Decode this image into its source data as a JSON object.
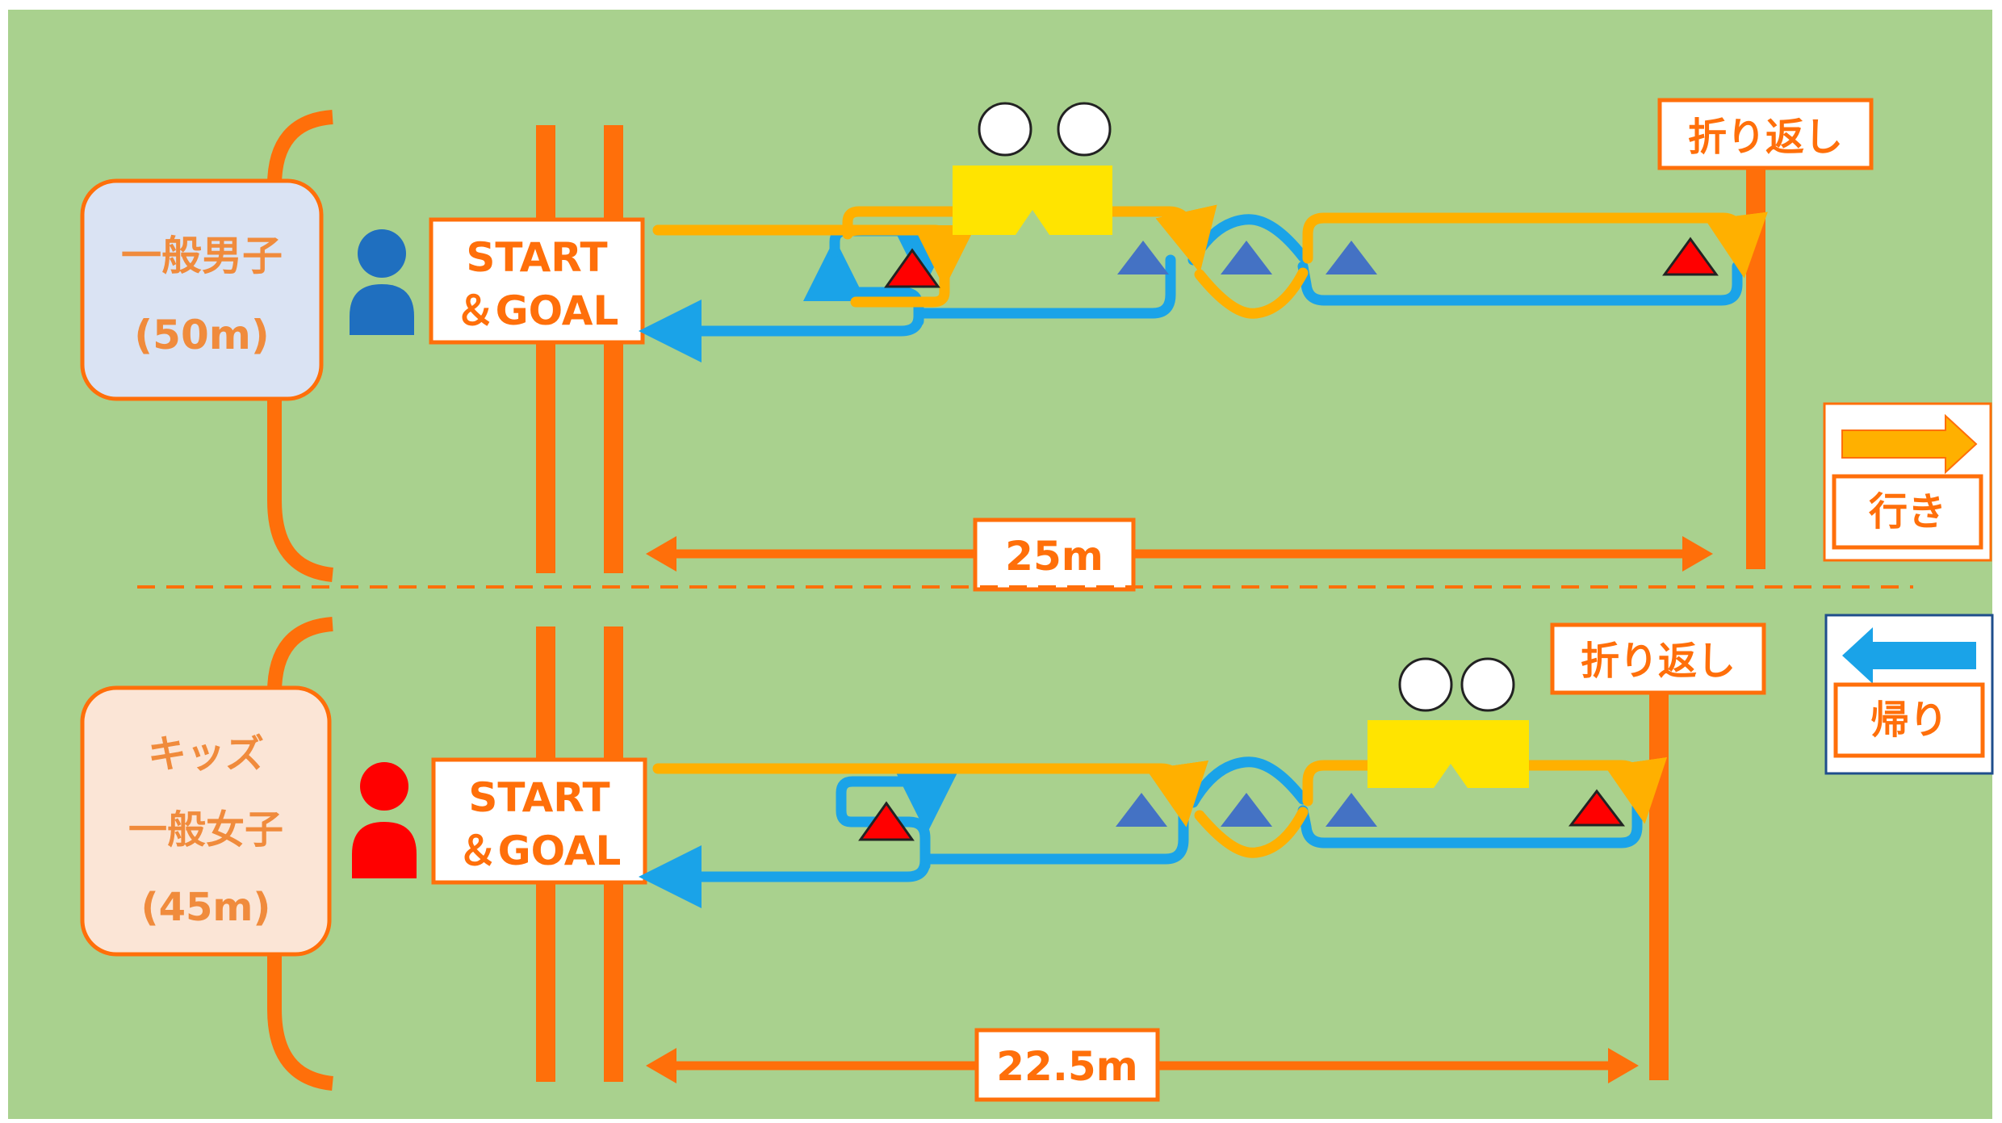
{
  "colors": {
    "field": "#a9d18e",
    "orange_line": "#ff6f0a",
    "outbound_arrow": "#ffb000",
    "return_arrow": "#1aa3e8",
    "cone_red": "#ff0000",
    "cone_blue": "#4472c4",
    "male_icon": "#1f6fbf",
    "female_icon": "#ff0000",
    "card_men_bg": "#dae3f3",
    "card_women_bg": "#fbe5d6",
    "yellow_box": "#ffe400",
    "label_text": "#ff6f0a",
    "category_text": "#f08b3c"
  },
  "icons": {
    "person_male": "person-icon",
    "person_female": "person-icon",
    "cone_red": "triangle-up",
    "cone_blue": "triangle-up",
    "staff": "stick-figure"
  },
  "men": {
    "category_line1": "一般男子",
    "category_line2": "(50m)",
    "start_line1": "START",
    "start_line2": "＆GOAL",
    "turn_label": "折り返し",
    "distance": "25m"
  },
  "women": {
    "category_line1": "キッズ",
    "category_line2": "一般女子",
    "category_line3": "(45m)",
    "start_line1": "START",
    "start_line2": "＆GOAL",
    "turn_label": "折り返し",
    "distance": "22.5m"
  },
  "legend": {
    "outbound_label": "行き",
    "return_label": "帰り"
  }
}
